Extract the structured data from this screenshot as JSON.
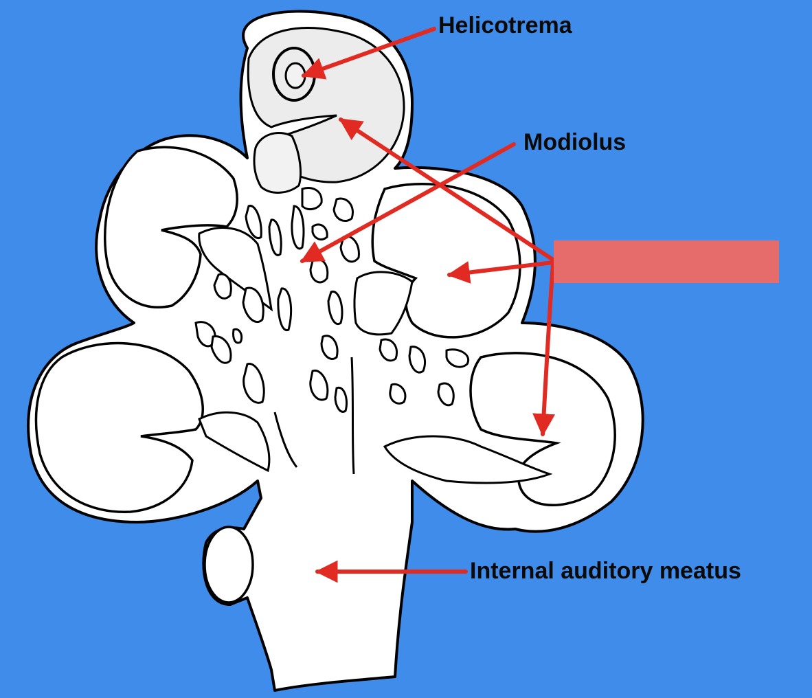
{
  "diagram": {
    "background_color": "#3f8cea",
    "arrow_color": "#e12b22",
    "hidden_label_color": "#e66b6b",
    "labels": {
      "helicotrema": "Helicotrema",
      "modiolus": "Modiolus",
      "internal_auditory_meatus": "Internal auditory meatus",
      "hidden": ""
    }
  }
}
